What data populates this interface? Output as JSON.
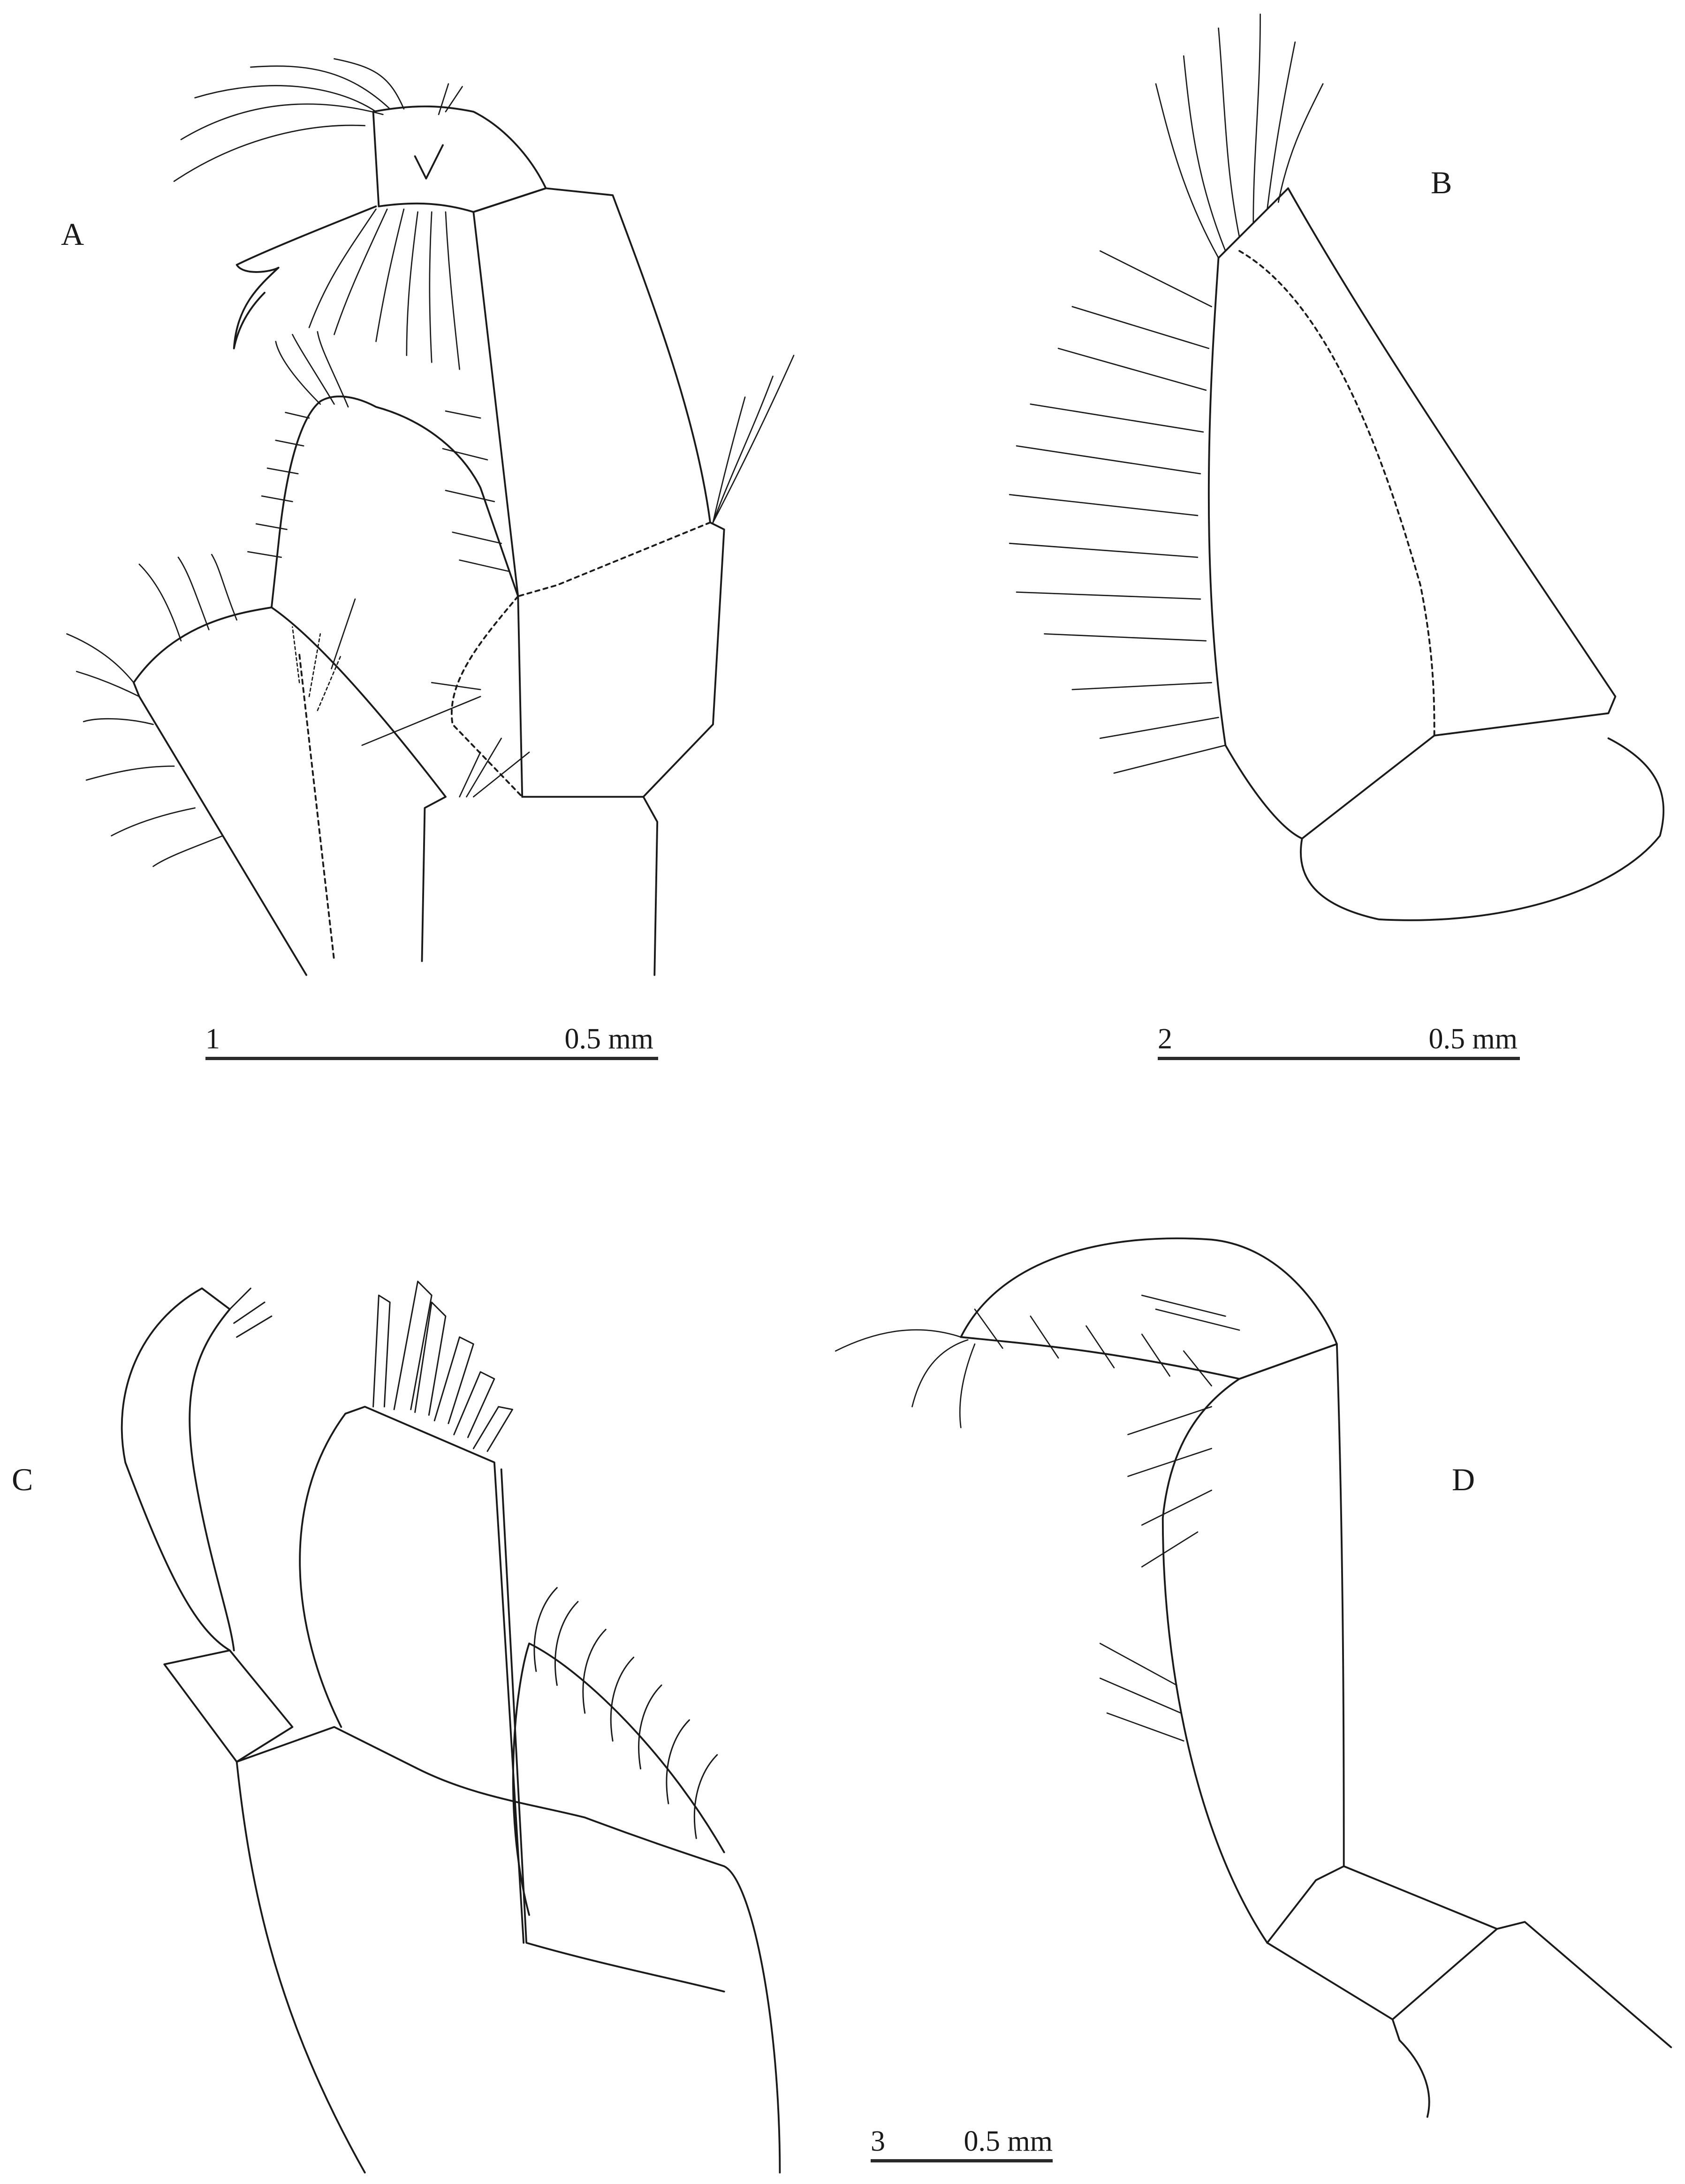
{
  "figure": {
    "panels": [
      {
        "id": "A",
        "label": "A"
      },
      {
        "id": "B",
        "label": "B"
      },
      {
        "id": "C",
        "label": "C"
      },
      {
        "id": "D",
        "label": "D"
      }
    ],
    "scale_bars": [
      {
        "number": "1",
        "length_label": "0.5 mm"
      },
      {
        "number": "2",
        "length_label": "0.5 mm"
      },
      {
        "number": "3",
        "length_label": "0.5 mm"
      }
    ],
    "colors": {
      "line": "#1a1a1a",
      "background": "#ffffff"
    }
  }
}
